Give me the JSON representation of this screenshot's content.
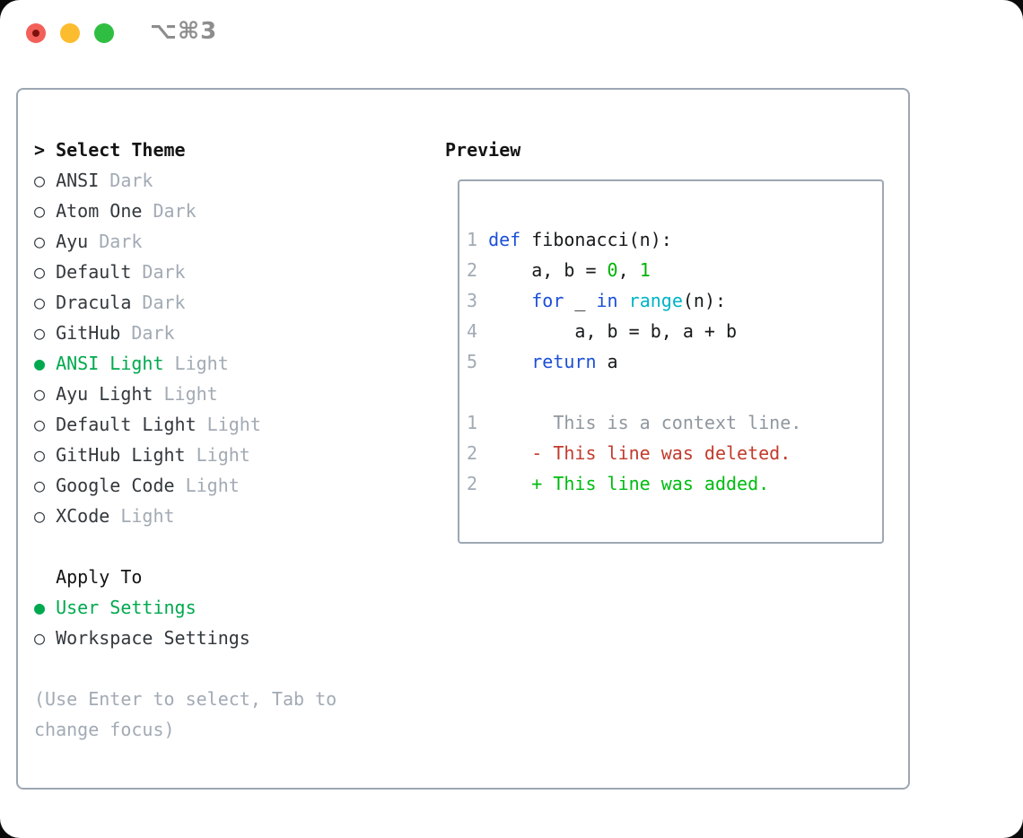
{
  "window": {
    "shortcut": "⌥⌘3"
  },
  "left_panel": {
    "header_prefix": "> ",
    "header_label": "Select Theme",
    "themes": [
      {
        "name": "ANSI",
        "variant": "Dark",
        "selected": false
      },
      {
        "name": "Atom One",
        "variant": "Dark",
        "selected": false
      },
      {
        "name": "Ayu",
        "variant": "Dark",
        "selected": false
      },
      {
        "name": "Default",
        "variant": "Dark",
        "selected": false
      },
      {
        "name": "Dracula",
        "variant": "Dark",
        "selected": false
      },
      {
        "name": "GitHub",
        "variant": "Dark",
        "selected": false
      },
      {
        "name": "ANSI Light",
        "variant": "Light",
        "selected": true
      },
      {
        "name": "Ayu Light",
        "variant": "Light",
        "selected": false
      },
      {
        "name": "Default Light",
        "variant": "Light",
        "selected": false
      },
      {
        "name": "GitHub Light",
        "variant": "Light",
        "selected": false
      },
      {
        "name": "Google Code",
        "variant": "Light",
        "selected": false
      },
      {
        "name": "XCode",
        "variant": "Light",
        "selected": false
      }
    ],
    "apply_header": "Apply To",
    "apply_options": [
      {
        "name": "User Settings",
        "selected": true
      },
      {
        "name": "Workspace Settings",
        "selected": false
      }
    ],
    "hints": [
      "(Use Enter to select, Tab to",
      "change focus)"
    ]
  },
  "preview": {
    "title": "Preview",
    "lines": [
      {
        "kind": "code-line",
        "num": "1",
        "segments": [
          {
            "t": "def",
            "c": "keyword"
          },
          {
            "t": " fibonacci(n):",
            "c": "plain"
          }
        ]
      },
      {
        "kind": "code-line",
        "num": "2",
        "segments": [
          {
            "t": "    a, b = ",
            "c": "plain"
          },
          {
            "t": "0",
            "c": "number"
          },
          {
            "t": ", ",
            "c": "plain"
          },
          {
            "t": "1",
            "c": "number"
          }
        ]
      },
      {
        "kind": "code-line",
        "num": "3",
        "segments": [
          {
            "t": "    ",
            "c": "plain"
          },
          {
            "t": "for",
            "c": "keyword"
          },
          {
            "t": " _ ",
            "c": "plain"
          },
          {
            "t": "in",
            "c": "keyword"
          },
          {
            "t": " ",
            "c": "plain"
          },
          {
            "t": "range",
            "c": "builtin"
          },
          {
            "t": "(n):",
            "c": "plain"
          }
        ]
      },
      {
        "kind": "code-line",
        "num": "4",
        "segments": [
          {
            "t": "        a, b = b, a + b",
            "c": "plain"
          }
        ]
      },
      {
        "kind": "code-line",
        "num": "5",
        "segments": [
          {
            "t": "    ",
            "c": "plain"
          },
          {
            "t": "return",
            "c": "keyword"
          },
          {
            "t": " a",
            "c": "plain"
          }
        ]
      },
      {
        "kind": "blank-line",
        "num": "",
        "segments": []
      },
      {
        "kind": "diff-context-line",
        "num": "1",
        "segments": [
          {
            "t": "      This is a context line.",
            "c": "context"
          }
        ]
      },
      {
        "kind": "diff-deleted-line",
        "num": "2",
        "segments": [
          {
            "t": "    - This line was deleted.",
            "c": "deleted"
          }
        ]
      },
      {
        "kind": "diff-added-line",
        "num": "2",
        "segments": [
          {
            "t": "    + This line was added.",
            "c": "added"
          }
        ]
      }
    ]
  },
  "colors": {
    "accent_green": "#00a94e",
    "diff_added": "#00bb10",
    "diff_deleted": "#c23b2c",
    "keyword_blue": "#1b4fd8",
    "builtin_cyan": "#00b4c6",
    "number_green": "#00b300",
    "context_gray": "#8f979f",
    "muted_gray": "#a2aab4",
    "text_dark": "#33383d",
    "heading_black": "#141414",
    "code_plain": "#17191b",
    "border_gray": "#9da7b3",
    "traffic_red": "#f3605a",
    "traffic_red_dot": "#7d120c",
    "traffic_yellow": "#fcbc2f",
    "traffic_green": "#2fbe41",
    "shortcut_gray": "#8d8d8d"
  }
}
